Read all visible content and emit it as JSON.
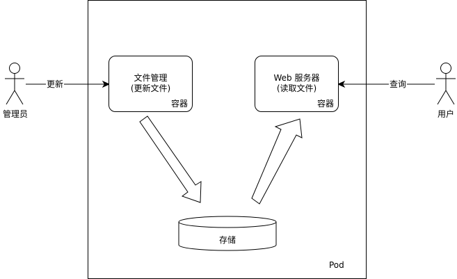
{
  "pod": {
    "label": "Pod"
  },
  "containers": {
    "file_manager": {
      "line1": "文件管理",
      "line2": "(更新文件)",
      "tag": "容器"
    },
    "web_server": {
      "line1": "Web 服务器",
      "line2": "(读取文件)",
      "tag": "容器"
    }
  },
  "storage": {
    "label": "存储"
  },
  "actors": {
    "admin": {
      "label": "管理员"
    },
    "user": {
      "label": "用户"
    }
  },
  "edges": {
    "update": {
      "label": "更新"
    },
    "query": {
      "label": "查询"
    }
  }
}
